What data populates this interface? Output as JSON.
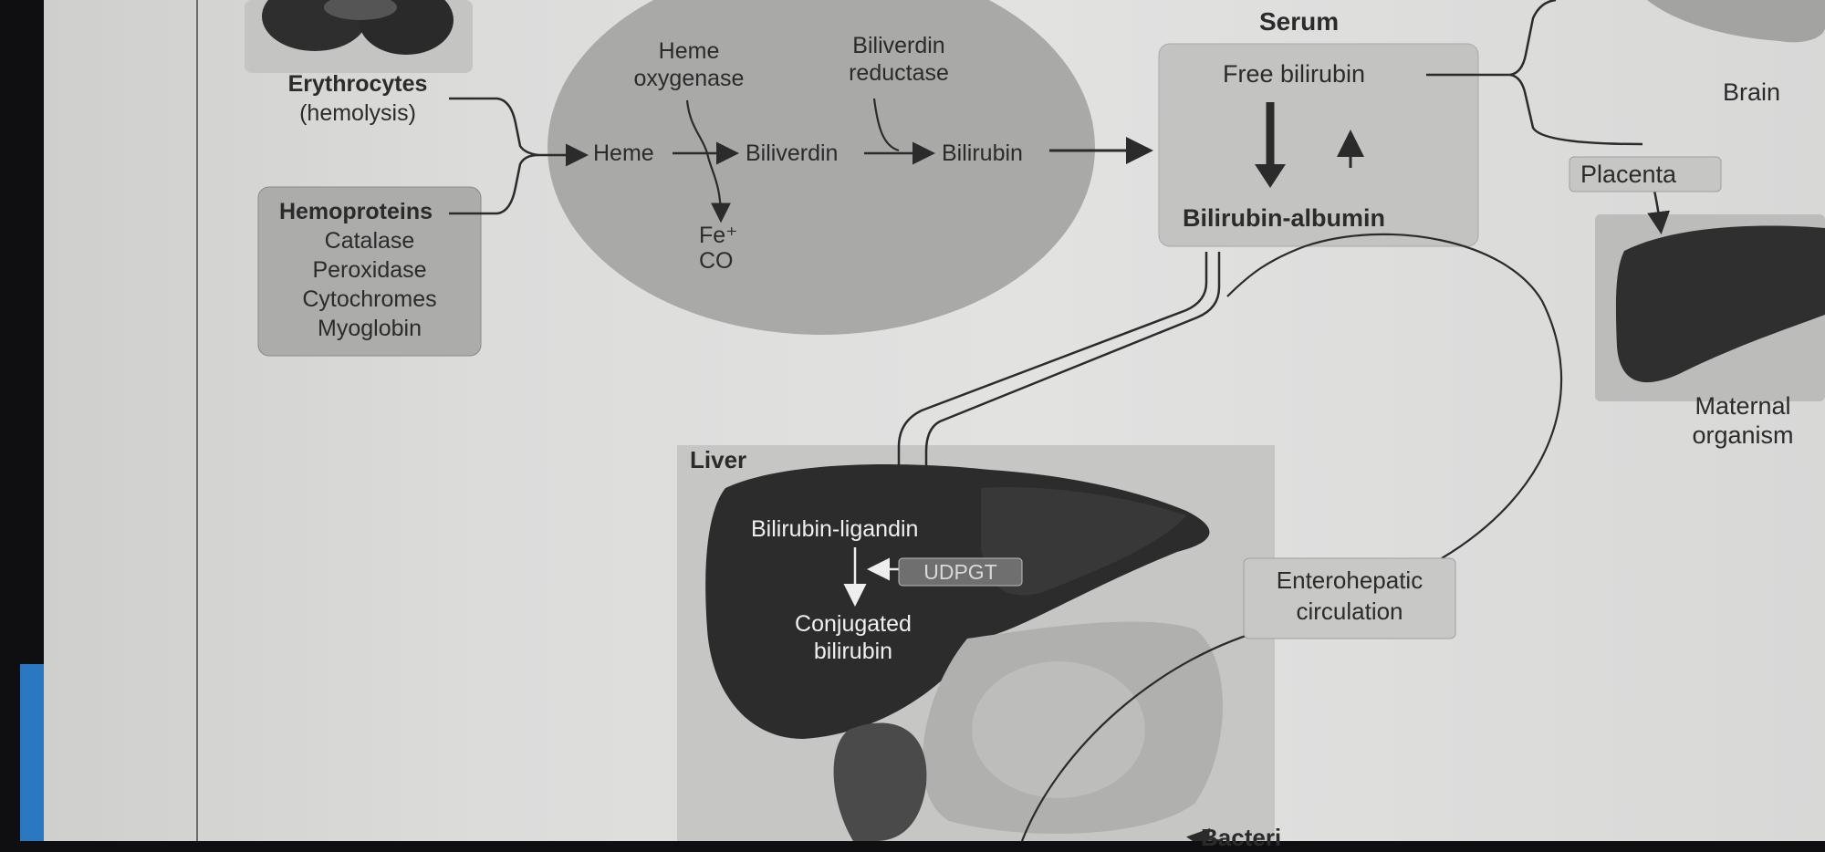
{
  "sources": {
    "erythrocytes": "Erythrocytes",
    "hemolysis": "(hemolysis)",
    "hemoproteins": {
      "title": "Hemoproteins",
      "items": [
        "Catalase",
        "Peroxidase",
        "Cytochromes",
        "Myoglobin"
      ]
    }
  },
  "cell": {
    "heme_oxygenase": [
      "Heme",
      "oxygenase"
    ],
    "biliverdin_reductase": [
      "Biliverdin",
      "reductase"
    ],
    "heme": "Heme",
    "biliverdin": "Biliverdin",
    "bilirubin": "Bilirubin",
    "fe": "Fe⁺",
    "co": "CO"
  },
  "serum": {
    "title": "Serum",
    "free_bilirubin": "Free bilirubin",
    "bilirubin_albumin": "Bilirubin-albumin"
  },
  "targets": {
    "brain": "Brain",
    "placenta": "Placenta",
    "maternal": [
      "Maternal",
      "organism"
    ]
  },
  "liver": {
    "title": "Liver",
    "bilirubin_ligandin": "Bilirubin-ligandin",
    "enzyme": "UDPGT",
    "conjugated": [
      "Conjugated",
      "bilirubin"
    ]
  },
  "enterohepatic": [
    "Enterohepatic",
    "circulation"
  ],
  "bottom_cutoff": "Bacteri"
}
